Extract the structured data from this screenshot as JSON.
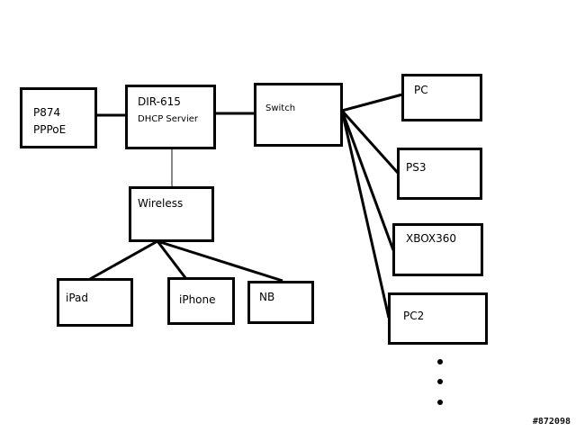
{
  "nodes": {
    "modem": {
      "line1": "P874",
      "line2": "PPPoE"
    },
    "router": {
      "line1": "DIR-615",
      "line2": "DHCP Servier"
    },
    "wireless": {
      "label": "Wireless"
    },
    "switch": {
      "label": "Switch"
    },
    "pc": {
      "label": "PC"
    },
    "ps3": {
      "label": "PS3"
    },
    "xbox": {
      "label": "XBOX360"
    },
    "pc2": {
      "label": "PC2"
    },
    "ipad": {
      "label": "iPad"
    },
    "iphone": {
      "label": "iPhone"
    },
    "nb": {
      "label": "NB"
    }
  },
  "watermark": "#872098"
}
